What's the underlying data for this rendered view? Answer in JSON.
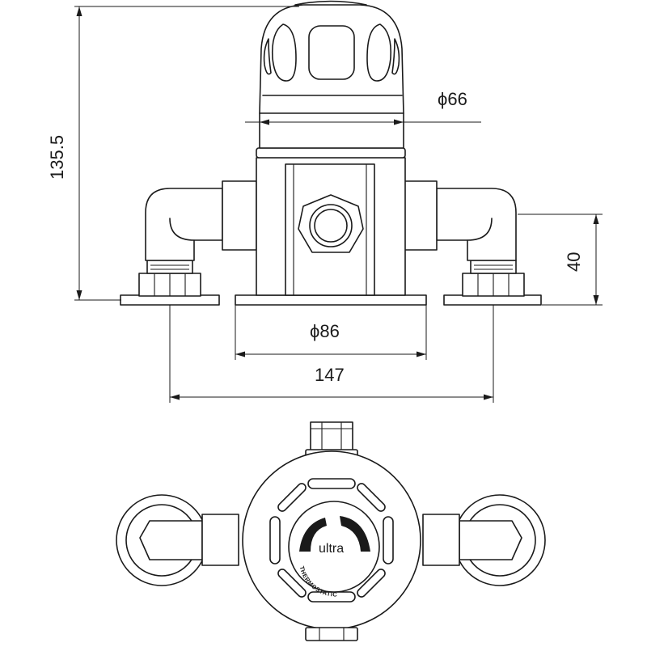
{
  "dimensions": {
    "height_total": "135.5",
    "diameter_head": "66",
    "diameter_base": "86",
    "centres_width": "147",
    "outlet_height": "40",
    "diameter_symbol": "ϕ"
  },
  "logo": {
    "brand": "ultra",
    "tagline": "THERMOSTATIC"
  },
  "colors": {
    "line": "#1a1a1a",
    "background": "#ffffff"
  }
}
